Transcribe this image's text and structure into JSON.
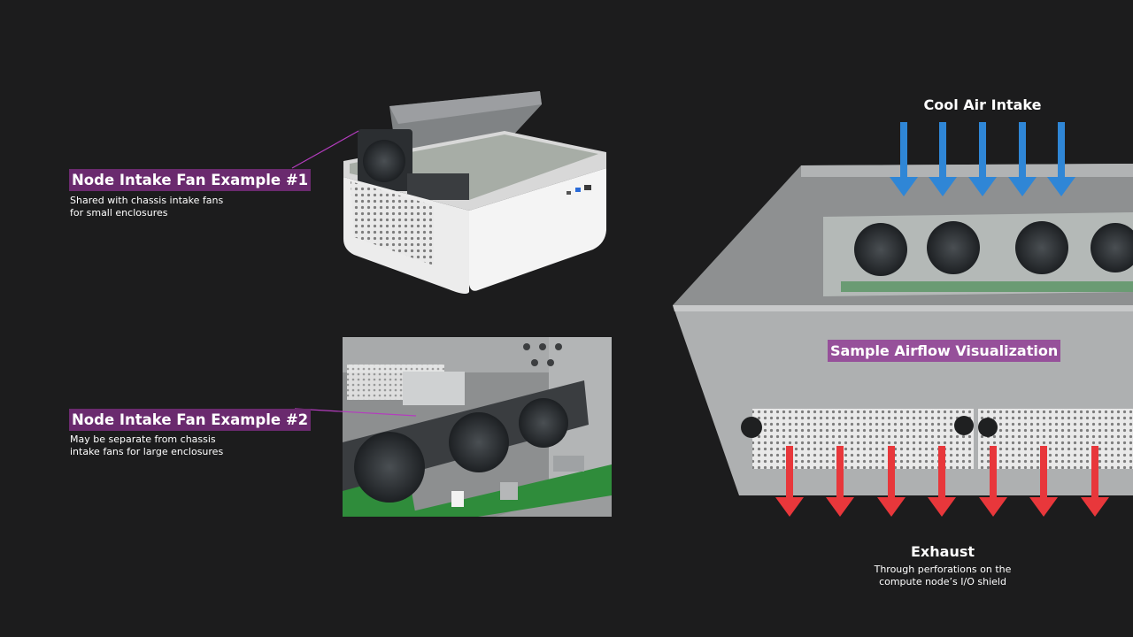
{
  "callouts": {
    "fan_example_1": {
      "title": "Node Intake Fan Example #1",
      "desc_line1": "Shared with chassis intake fans",
      "desc_line2": "for small enclosures"
    },
    "fan_example_2": {
      "title": "Node Intake Fan Example #2",
      "desc_line1": "May be separate from chassis",
      "desc_line2": "intake fans for large enclosures"
    }
  },
  "airflow": {
    "title": "Sample Airflow Visualization",
    "intake_label": "Cool Air Intake",
    "exhaust_label": "Exhaust",
    "exhaust_desc_line1": "Through perforations on the",
    "exhaust_desc_line2": "compute node’s I/O shield",
    "intake_arrow_color": "#2f86d6",
    "exhaust_arrow_color": "#e8373b"
  },
  "colors": {
    "background": "#1c1c1d",
    "callout_bg": "#6a2a6e",
    "callout_bg_light": "#96509a",
    "leader_line": "#b43cbe"
  }
}
